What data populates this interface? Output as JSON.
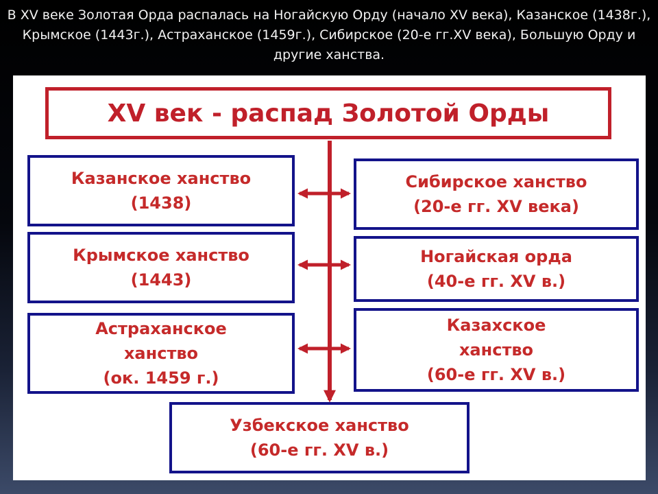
{
  "caption": "В XV веке Золотая Орда распалась на Ногайскую Орду (начало XV века), Казанское (1438г.), Крымское (1443г.), Астраханское (1459г.), Сибирское (20-е гг.XV века), Большую Орду и другие ханства.",
  "diagram": {
    "title": "XV век - распад Золотой Орды",
    "left_boxes": [
      {
        "lines": [
          "Казанское ханство",
          "(1438)"
        ]
      },
      {
        "lines": [
          "Крымское ханство",
          "(1443)"
        ]
      },
      {
        "lines": [
          "Астраханское",
          "ханство",
          "(ок. 1459 г.)"
        ]
      }
    ],
    "right_boxes": [
      {
        "lines": [
          "Сибирское ханство",
          "(20-е гг. XV века)"
        ]
      },
      {
        "lines": [
          "Ногайская орда",
          "(40-е гг. XV в.)"
        ]
      },
      {
        "lines": [
          "Казахское",
          "ханство",
          "(60-е гг. XV в.)"
        ]
      }
    ],
    "bottom_box": {
      "lines": [
        "Узбекское ханство",
        "(60-е гг. XV в.)"
      ]
    },
    "colors": {
      "title_border": "#c0202a",
      "title_text": "#c0202a",
      "box_border": "#13138a",
      "box_text": "#c52a2a",
      "arrow": "#c0202a"
    }
  }
}
